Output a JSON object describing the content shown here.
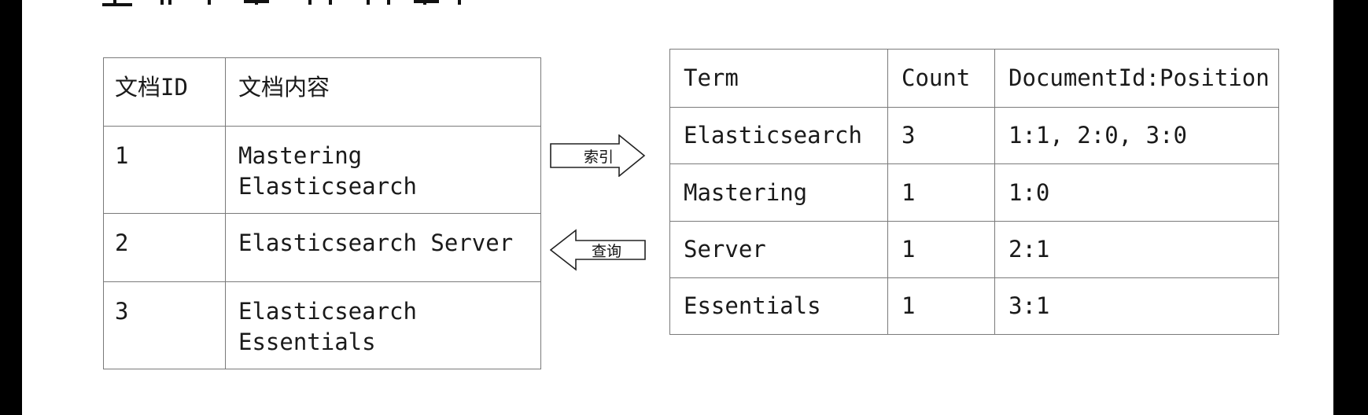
{
  "doc_table": {
    "headers": [
      "文档ID",
      "文档内容"
    ],
    "rows": [
      {
        "id": "1",
        "content_lines": [
          "Mastering",
          "Elasticsearch"
        ]
      },
      {
        "id": "2",
        "content_lines": [
          "Elasticsearch Server"
        ]
      },
      {
        "id": "3",
        "content_lines": [
          "Elasticsearch",
          "Essentials"
        ]
      }
    ]
  },
  "arrows": {
    "index_label": "索引",
    "query_label": "查询"
  },
  "term_table": {
    "headers": [
      "Term",
      "Count",
      "DocumentId:Position"
    ],
    "rows": [
      {
        "term": "Elasticsearch",
        "count": "3",
        "positions": "1:1, 2:0, 3:0"
      },
      {
        "term": "Mastering",
        "count": "1",
        "positions": "1:0"
      },
      {
        "term": "Server",
        "count": "1",
        "positions": "2:1"
      },
      {
        "term": "Essentials",
        "count": "1",
        "positions": "3:1"
      }
    ]
  },
  "colors": {
    "frame": "#000000",
    "page": "#ffffff",
    "border": "#7a7a7a",
    "text": "#1a1a1a"
  }
}
